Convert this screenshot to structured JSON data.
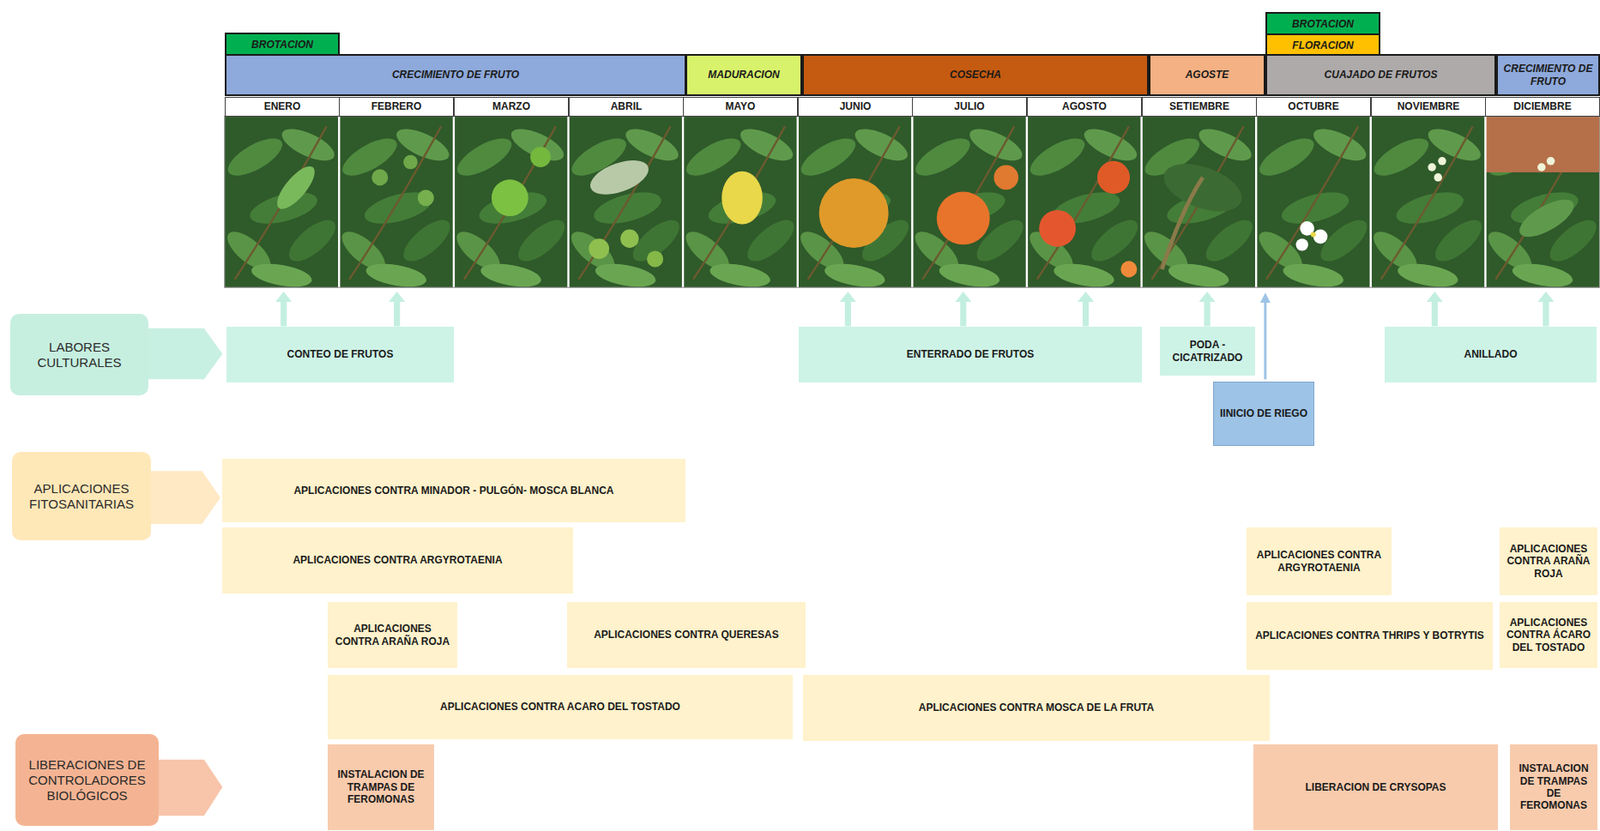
{
  "diagram": {
    "nodes": [
      {
        "text": [
          "BROTACION"
        ]
      },
      {
        "text": [
          "BROTACION"
        ]
      },
      {
        "text": [
          "FLORACION"
        ]
      },
      {
        "text": [
          "CRECIMIENTO DE FRUTO"
        ]
      },
      {
        "text": [
          "MADURACION"
        ]
      },
      {
        "text": [
          "COSECHA"
        ]
      },
      {
        "text": [
          "AGOSTE"
        ]
      },
      {
        "text": [
          "CUAJADO DE FRUTOS"
        ]
      },
      {
        "text": [
          "CRECIMIENTO DE FRUTO"
        ]
      },
      {
        "text": [
          "ENERO"
        ]
      },
      {
        "text": [
          "FEBRERO"
        ]
      },
      {
        "text": [
          "MARZO"
        ]
      },
      {
        "text": [
          "ABRIL"
        ]
      },
      {
        "text": [
          "MAYO"
        ]
      },
      {
        "text": [
          "JUNIO"
        ]
      },
      {
        "text": [
          "JULIO"
        ]
      },
      {
        "text": [
          "AGOSTO"
        ]
      },
      {
        "text": [
          "SETIEMBRE"
        ]
      },
      {
        "text": [
          "OCTUBRE"
        ]
      },
      {
        "text": [
          "NOVIEMBRE"
        ]
      },
      {
        "text": [
          "DICIEMBRE"
        ]
      },
      {
        "text": [
          "LABORES CULTURALES"
        ]
      },
      {
        "text": [
          "CONTEO DE FRUTOS"
        ]
      },
      {
        "text": [
          "ENTERRADO DE FRUTOS"
        ]
      },
      {
        "text": [
          "PODA - CICATRIZADO"
        ]
      },
      {
        "text": [
          "ANILLADO"
        ]
      },
      {
        "text": [
          "IINICIO DE RIEGO"
        ]
      },
      {
        "text": [
          "APLICACIONES FITOSANITARIAS"
        ]
      },
      {
        "text": [
          "APLICACIONES CONTRA MINADOR - PULGÓN- MOSCA BLANCA"
        ]
      },
      {
        "text": [
          "APLICACIONES CONTRA ARGYROTAENIA"
        ]
      },
      {
        "text": [
          "APLICACIONES CONTRA ARGYROTAENIA"
        ]
      },
      {
        "text": [
          "APLICACIONES CONTRA ARAÑA ROJA"
        ]
      },
      {
        "text": [
          "APLICACIONES CONTRA ARAÑA ROJA"
        ]
      },
      {
        "text": [
          "APLICACIONES CONTRA QUERESAS"
        ]
      },
      {
        "text": [
          "APLICACIONES CONTRA THRIPS Y BOTRYTIS"
        ]
      },
      {
        "text": [
          "APLICACIONES CONTRA ÁCARO DEL TOSTADO"
        ]
      },
      {
        "text": [
          "APLICACIONES CONTRA ACARO DEL TOSTADO"
        ]
      },
      {
        "text": [
          "APLICACIONES CONTRA MOSCA DE LA FRUTA"
        ]
      },
      {
        "text": [
          "LIBERACIONES DE CONTROLADORES BIOLÓGICOS"
        ]
      },
      {
        "text": [
          "INSTALACION DE TRAMPAS DE FEROMONAS"
        ]
      },
      {
        "text": [
          "LIBERACION DE CRYSOPAS"
        ]
      },
      {
        "text": [
          "INSTALACION DE TRAMPAS DE FEROMONAS"
        ]
      }
    ]
  }
}
